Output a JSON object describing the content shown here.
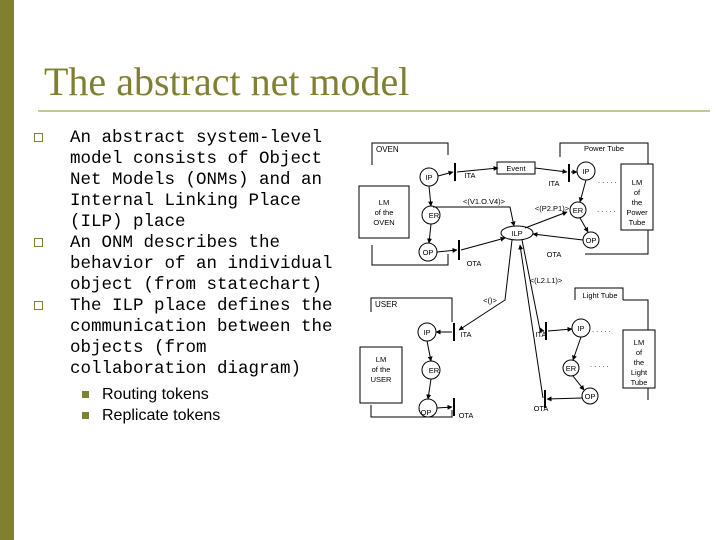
{
  "slide": {
    "title": "The abstract net model",
    "bullets": [
      {
        "text": "An abstract system-level model consists of Object Net Models (ONMs) and an Internal Linking Place (ILP) place"
      },
      {
        "text": "An ONM describes the behavior of an individual object (from statechart)"
      },
      {
        "text": "The ILP place defines the communication between the objects (from collaboration diagram)"
      }
    ],
    "subbullets": [
      {
        "text": "Routing tokens"
      },
      {
        "text": "Replicate tokens"
      }
    ]
  },
  "diagram": {
    "oven_label": "OVEN",
    "power_tube_label": "Power Tube",
    "user_label": "USER",
    "light_tube_label": "Light Tube",
    "lm_oven": [
      "LM",
      "of the",
      "OVEN"
    ],
    "lm_user": [
      "LM",
      "of the",
      "USER"
    ],
    "lm_power": [
      "LM",
      "of",
      "the",
      "Power",
      "Tube"
    ],
    "lm_light": [
      "LM",
      "of",
      "the",
      "Light",
      "Tube"
    ],
    "ip": "IP",
    "er": "ER",
    "op": "OP",
    "ita": "ITA",
    "ota": "OTA",
    "ilp": "ILP",
    "event": "Event",
    "dots": ". . . . .",
    "arc_v1": "<(V1.O.V4)>",
    "arc_p2": "<(P2.P1)>",
    "arc_l2": "<(L2.L1)>",
    "arc_empty": "<()>"
  }
}
